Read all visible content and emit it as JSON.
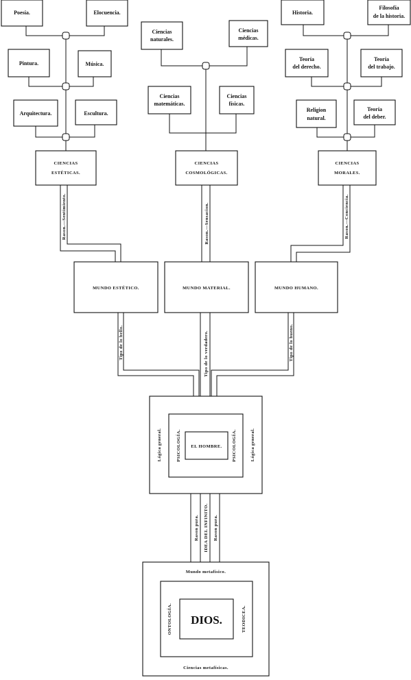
{
  "leaves": {
    "poesia": [
      "Poesía."
    ],
    "elocuencia": [
      "Elocuencia."
    ],
    "pintura": [
      "Pintura."
    ],
    "musica": [
      "Música."
    ],
    "arquitectura": [
      "Arquitectura."
    ],
    "escultura": [
      "Escultura."
    ],
    "c_naturales": [
      "Ciencias",
      "naturales."
    ],
    "c_medicas": [
      "Ciencias",
      "médicas."
    ],
    "c_matematicas": [
      "Ciencias",
      "matemáticas."
    ],
    "c_fisicas": [
      "Ciencias",
      "físicas."
    ],
    "historia": [
      "Historia."
    ],
    "filosofia_historia": [
      "Filosofía",
      "de la historia."
    ],
    "t_derecho": [
      "Teoría",
      "del derecho."
    ],
    "t_trabajo": [
      "Teoría",
      "del trabajo."
    ],
    "religion": [
      "Religion",
      "natural."
    ],
    "t_deber": [
      "Teoría",
      "del deber."
    ]
  },
  "sciences": {
    "esteticas": [
      "CIENCIAS",
      "ESTÉTICAS."
    ],
    "cosmologicas": [
      "CIENCIAS",
      "COSMOLÓGICAS."
    ],
    "morales": [
      "CIENCIAS",
      "MORALES."
    ]
  },
  "links_upper": {
    "left": "Rason.—Sentimiento.",
    "center": "Rason.—Sensacion.",
    "right": "Rason.—Conciencia."
  },
  "worlds": {
    "estetico": "MUNDO ESTÉTICO.",
    "material": "MUNDO MATERIAL.",
    "humano": "MUNDO HUMANO."
  },
  "links_mid": {
    "left": "Tipo de lo bello.",
    "center": "Tipo de lo verdadero.",
    "right": "Tipo de lo bueno."
  },
  "man": {
    "center": "EL HOMBRE.",
    "psych_left": "PSICOLOGÍA.",
    "psych_right": "PSICOLOGÍA.",
    "logic_left": "Lógica general.",
    "logic_right": "Lógica general."
  },
  "links_lower": {
    "left": "Rason pura.",
    "center": "IDEA DEL INFINITO.",
    "right": "Rason pura."
  },
  "god": {
    "center": "DIOS.",
    "top": "Mundo metafísico.",
    "bottom": "Ciencias metafísicas.",
    "left": "ONTOLOGÍA.",
    "right": "TEODICEA."
  }
}
